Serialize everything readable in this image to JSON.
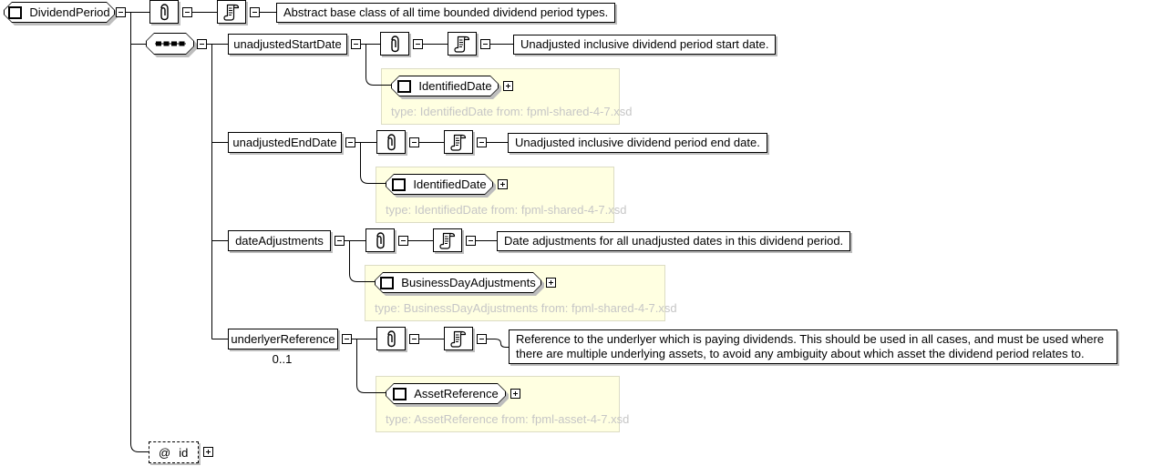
{
  "colors": {
    "type_panel_bg": "#ffffe1",
    "type_note_text": "#c6c6c6",
    "box_shadow": "#bdbdbd",
    "line": "#000000"
  },
  "root": {
    "label": "DividendPeriod",
    "documentation": "Abstract base class of all time bounded dividend period types."
  },
  "attribute": {
    "symbol": "@",
    "name": "id"
  },
  "elements": [
    {
      "name": "unadjustedStartDate",
      "documentation": "Unadjusted inclusive dividend period start date.",
      "type": {
        "label": "IdentifiedDate",
        "note": "type: IdentifiedDate from: fpml-shared-4-7.xsd"
      }
    },
    {
      "name": "unadjustedEndDate",
      "documentation": "Unadjusted inclusive dividend period end date.",
      "type": {
        "label": "IdentifiedDate",
        "note": "type: IdentifiedDate from: fpml-shared-4-7.xsd"
      }
    },
    {
      "name": "dateAdjustments",
      "documentation": "Date adjustments for all unadjusted dates in this dividend period.",
      "type": {
        "label": "BusinessDayAdjustments",
        "note": "type: BusinessDayAdjustments from: fpml-shared-4-7.xsd"
      }
    },
    {
      "name": "underlyerReference",
      "cardinality": "0..1",
      "documentation": "Reference to the underlyer which is paying dividends. This should be used in all cases, and must be used where there are multiple underlying assets, to avoid any ambiguity about which asset the dividend period relates to.",
      "type": {
        "label": "AssetReference",
        "note": "type: AssetReference from: fpml-asset-4-7.xsd"
      }
    }
  ]
}
